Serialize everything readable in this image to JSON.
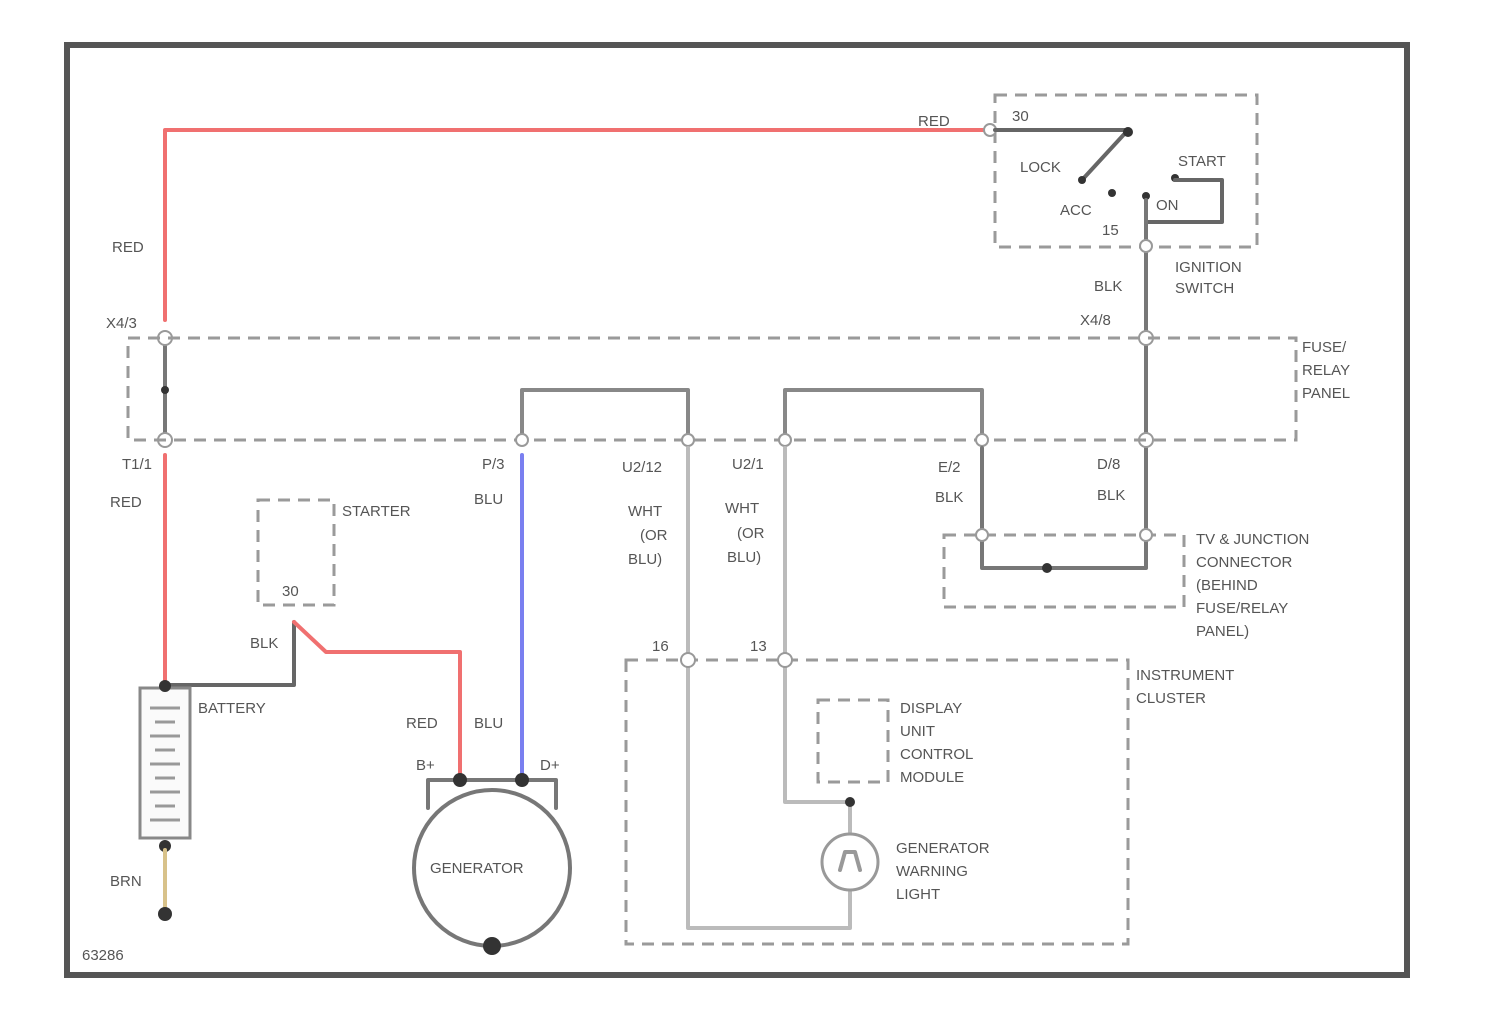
{
  "colors": {
    "red_wire": "#f07070",
    "blue_wire": "#7a7ff0",
    "gray_wire": "#aaaaaa",
    "dark_wire": "#666666",
    "brown_wire": "#d8c28a",
    "frame": "#555555",
    "dashed_box": "#9a9a9a"
  },
  "figure_id": "63286",
  "ignition": {
    "terminal_top": "30",
    "lock": "LOCK",
    "acc": "ACC",
    "on": "ON",
    "start": "START",
    "terminal_bottom": "15",
    "label_line1": "IGNITION",
    "label_line2": "SWITCH"
  },
  "fuse_panel": {
    "line1": "FUSE/",
    "line2": "RELAY",
    "line3": "PANEL"
  },
  "tv_junction": {
    "line1": "TV & JUNCTION",
    "line2": "CONNECTOR",
    "line3": "(BEHIND",
    "line4": "FUSE/RELAY",
    "line5": "PANEL)"
  },
  "instrument_cluster": {
    "line1": "INSTRUMENT",
    "line2": "CLUSTER"
  },
  "display_module": {
    "line1": "DISPLAY",
    "line2": "UNIT",
    "line3": "CONTROL",
    "line4": "MODULE"
  },
  "warning_light": {
    "line1": "GENERATOR",
    "line2": "WARNING",
    "line3": "LIGHT"
  },
  "starter": {
    "label": "STARTER",
    "terminal": "30"
  },
  "battery": {
    "label": "BATTERY"
  },
  "generator": {
    "label": "GENERATOR",
    "b_plus": "B+",
    "d_plus": "D+"
  },
  "connectors": {
    "x43": "X4/3",
    "x4_8": "X4/8",
    "t1_1": "T1/1",
    "p10": "P/3",
    "u2_12": "U2/12",
    "u2_1": "U2/1",
    "e_2": "E/2",
    "d_8": "D/8",
    "c16": "16",
    "c13": "13"
  },
  "wire_labels": {
    "red_top": "RED",
    "red_left_upper": "RED",
    "red_left_lower": "RED",
    "blk_ign": "BLK",
    "blu_left": "BLU",
    "wht_or_blu_1": [
      "WHT",
      "(OR",
      "BLU)"
    ],
    "wht_or_blu_2": [
      "WHT",
      "(OR",
      "BLU)"
    ],
    "blk_e2": "BLK",
    "blk_d8": "BLK",
    "blk_starter": "BLK",
    "red_gen": "RED",
    "blu_gen": "BLU",
    "brn": "BRN"
  }
}
